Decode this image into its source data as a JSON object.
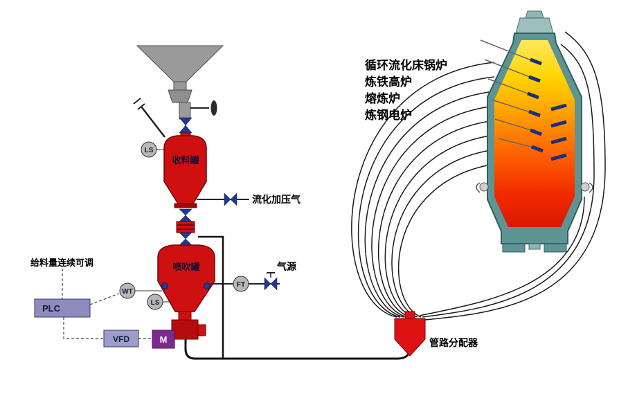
{
  "diagram": {
    "feed_note": "给料量连续可调",
    "fluidizing_gas_label": "流化加压气",
    "gas_source_label": "气源",
    "distributor_label": "管路分配器",
    "vessels": {
      "receiving": "收料罐",
      "injection": "喷吹罐"
    },
    "instruments": {
      "ls_top": "LS",
      "ls_bottom": "LS",
      "weight": "WT",
      "flow": "FT"
    },
    "controls": {
      "plc": "PLC",
      "vfd": "VFD",
      "motor": "M"
    },
    "applications": [
      "循环流化床锅炉",
      "炼铁高炉",
      "熔炼炉",
      "炼钢电炉"
    ]
  },
  "colors": {
    "vessel_red": "#cf1010",
    "feeder_red": "#b50d0d",
    "distributor_red": "#dd1111",
    "shell_teal": "#5f9494",
    "shell_light": "#9dbfbf",
    "valve_navy": "#1f3a93",
    "motor_purple": "#7d2a8f",
    "control_box": "#8d8dbd",
    "control_box_light": "#9d9dc9",
    "instrument_gray": "#b8b8b8",
    "funnel_gray": "#9a9a9a",
    "flame_top": "#ffe95e",
    "flame_mid": "#ff9d00",
    "flame_bottom": "#d81800"
  }
}
